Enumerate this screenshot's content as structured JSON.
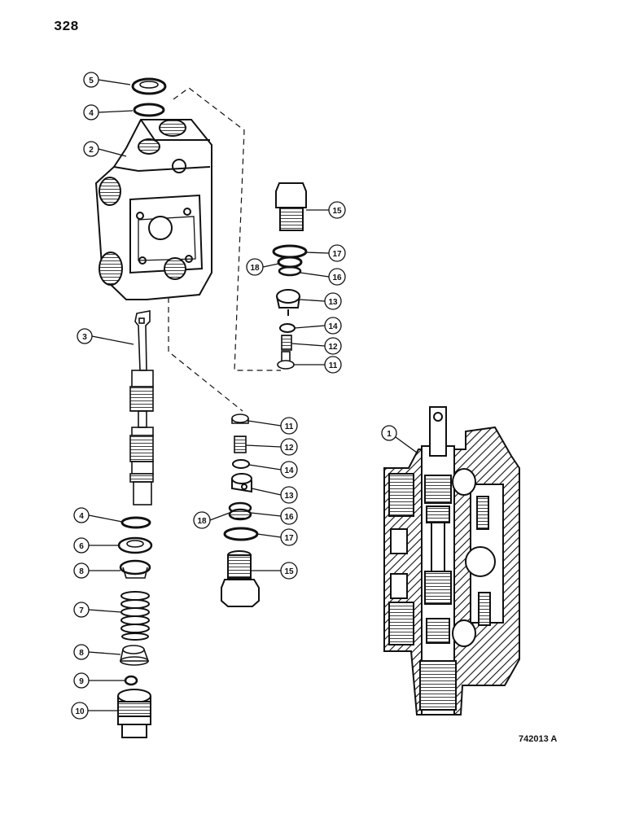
{
  "page": {
    "number": "328",
    "figure_code": "742013 A"
  },
  "callouts": [
    {
      "id": "c5",
      "label": "5"
    },
    {
      "id": "c4a",
      "label": "4"
    },
    {
      "id": "c2",
      "label": "2"
    },
    {
      "id": "c3",
      "label": "3"
    },
    {
      "id": "c4b",
      "label": "4"
    },
    {
      "id": "c6",
      "label": "6"
    },
    {
      "id": "c8a",
      "label": "8"
    },
    {
      "id": "c7",
      "label": "7"
    },
    {
      "id": "c8b",
      "label": "8"
    },
    {
      "id": "c9",
      "label": "9"
    },
    {
      "id": "c10",
      "label": "10"
    },
    {
      "id": "c15a",
      "label": "15"
    },
    {
      "id": "c17a",
      "label": "17"
    },
    {
      "id": "c18a",
      "label": "18"
    },
    {
      "id": "c16a",
      "label": "16"
    },
    {
      "id": "c13a",
      "label": "13"
    },
    {
      "id": "c14a",
      "label": "14"
    },
    {
      "id": "c12a",
      "label": "12"
    },
    {
      "id": "c11a",
      "label": "11"
    },
    {
      "id": "c11b",
      "label": "11"
    },
    {
      "id": "c12b",
      "label": "12"
    },
    {
      "id": "c14b",
      "label": "14"
    },
    {
      "id": "c13b",
      "label": "13"
    },
    {
      "id": "c18b",
      "label": "18"
    },
    {
      "id": "c16b",
      "label": "16"
    },
    {
      "id": "c17b",
      "label": "17"
    },
    {
      "id": "c15b",
      "label": "15"
    },
    {
      "id": "c1",
      "label": "1"
    }
  ]
}
